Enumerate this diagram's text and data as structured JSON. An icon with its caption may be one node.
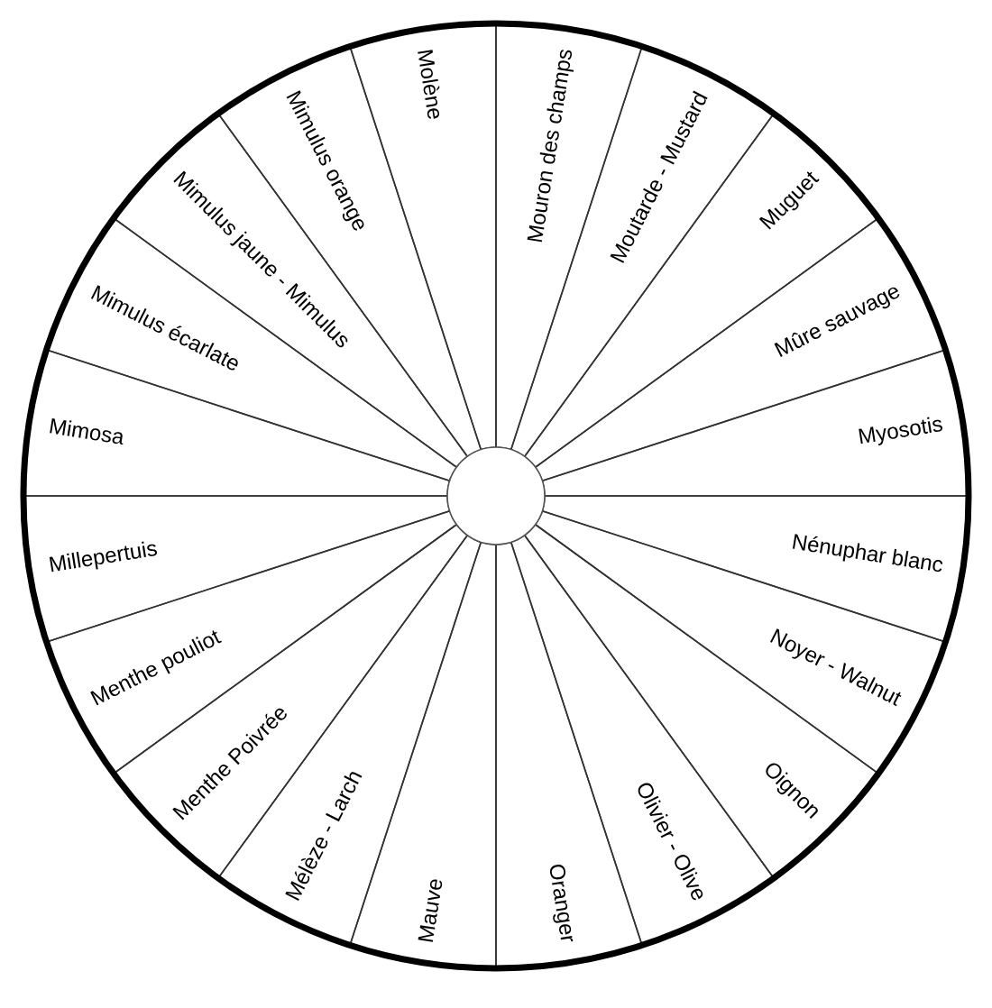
{
  "diagram": {
    "nodes": [
      {
        "text": [
          "Mauve"
        ]
      },
      {
        "text": [
          "Mélèze - Larch"
        ]
      },
      {
        "text": [
          "Menthe Poivrée"
        ]
      },
      {
        "text": [
          "Menthe pouliot"
        ]
      },
      {
        "text": [
          "Millepertuis"
        ]
      },
      {
        "text": [
          "Mimosa"
        ]
      },
      {
        "text": [
          "Mimulus écarlate"
        ]
      },
      {
        "text": [
          "Mimulus jaune - Mimulus"
        ]
      },
      {
        "text": [
          "Mimulus orange"
        ]
      },
      {
        "text": [
          "Molène"
        ]
      },
      {
        "text": [
          "Mouron des champs"
        ]
      },
      {
        "text": [
          "Moutarde - Mustard"
        ]
      },
      {
        "text": [
          "Muguet"
        ]
      },
      {
        "text": [
          "Mûre sauvage"
        ]
      },
      {
        "text": [
          "Myosotis"
        ]
      },
      {
        "text": [
          "Nénuphar blanc"
        ]
      },
      {
        "text": [
          "Noyer - Walnut"
        ]
      },
      {
        "text": [
          "Oignon"
        ]
      },
      {
        "text": [
          "Olivier - Olive"
        ]
      },
      {
        "text": [
          "Oranger"
        ]
      }
    ]
  }
}
